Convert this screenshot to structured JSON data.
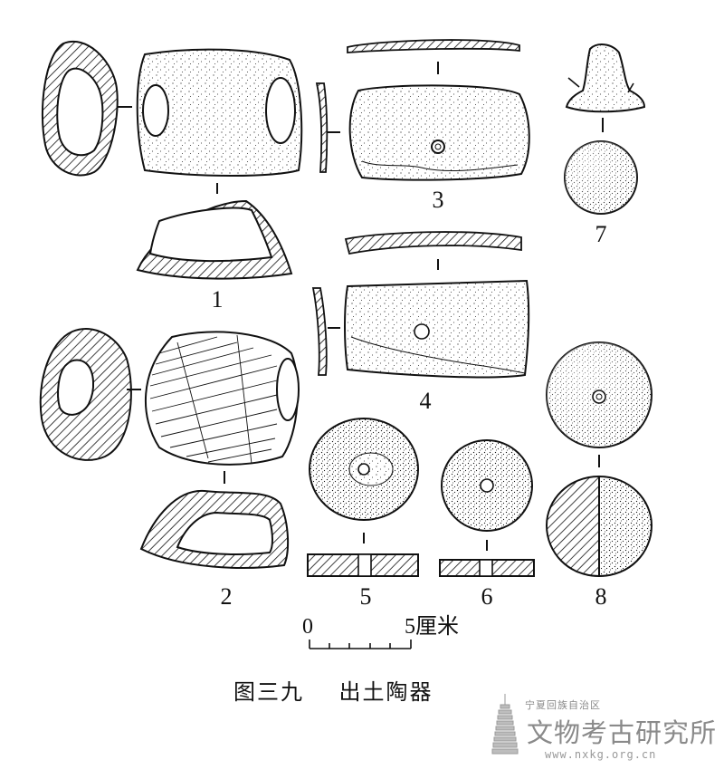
{
  "figure": {
    "caption": "图三九    出土陶器",
    "items": [
      {
        "number": "1"
      },
      {
        "number": "2"
      },
      {
        "number": "3"
      },
      {
        "number": "4"
      },
      {
        "number": "5"
      },
      {
        "number": "6"
      },
      {
        "number": "7"
      },
      {
        "number": "8"
      }
    ],
    "scale": {
      "start": "0",
      "end": "5厘米"
    }
  },
  "watermark": {
    "region": "宁夏回族自治区",
    "institute": "文物考古研究所",
    "url": "www.nxkg.org.cn"
  },
  "colors": {
    "ink": "#111111",
    "watermark": "#8a8a8a"
  }
}
